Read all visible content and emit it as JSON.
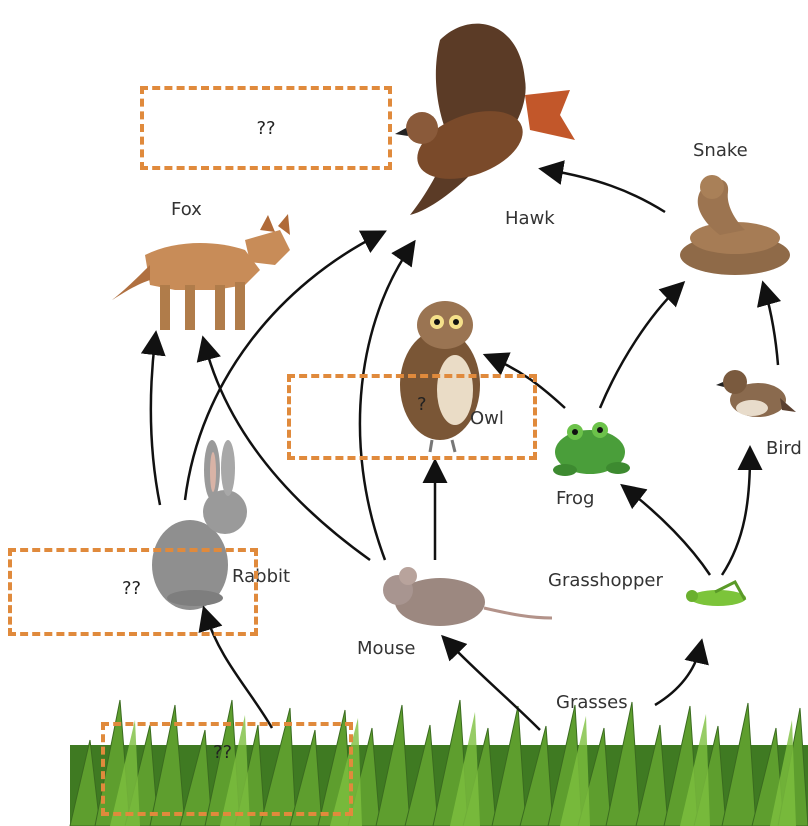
{
  "organisms": {
    "hawk": "Hawk",
    "snake": "Snake",
    "fox": "Fox",
    "owl": "Owl",
    "frog": "Frog",
    "bird": "Bird",
    "rabbit": "Rabbit",
    "mouse": "Mouse",
    "grasshopper": "Grasshopper",
    "grasses": "Grasses"
  },
  "blanks": {
    "top": "??",
    "middle": "?",
    "left": "??",
    "bottom": "??"
  },
  "colors": {
    "blank_border": "#e08a3c",
    "arrow": "#111111",
    "grass": "#4f8a2a"
  }
}
